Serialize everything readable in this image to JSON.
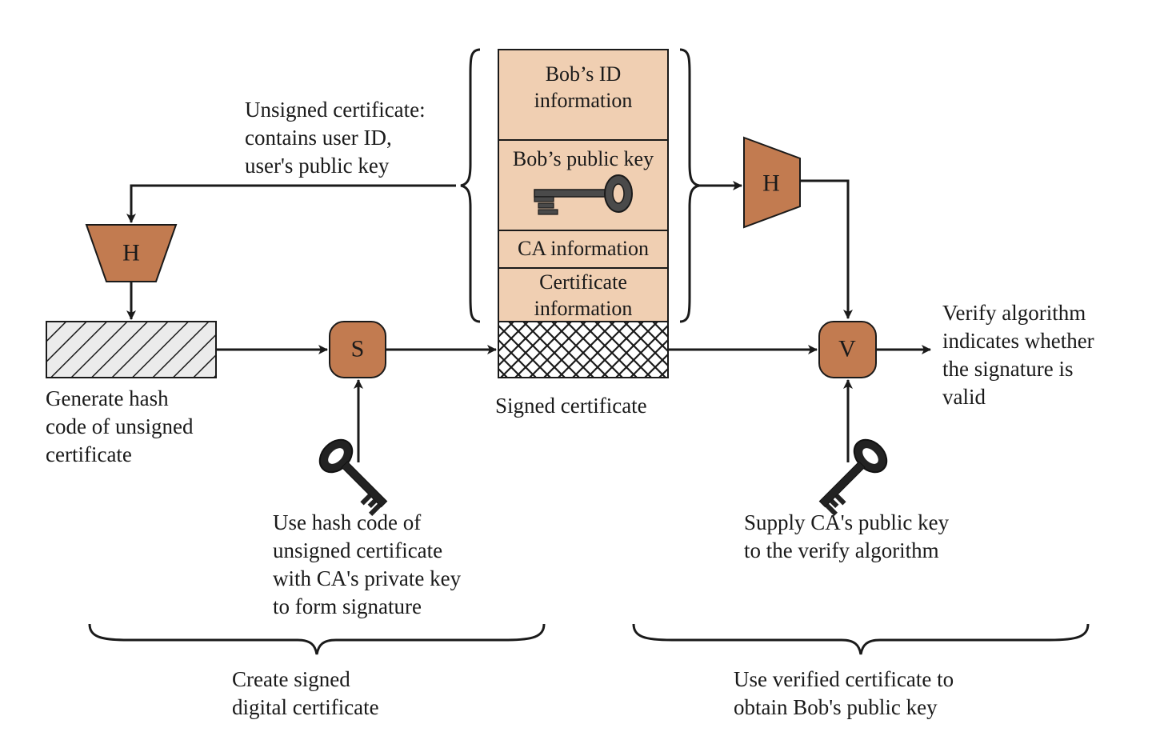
{
  "certificate": {
    "rows": [
      {
        "label": "Bob’s ID\ninformation"
      },
      {
        "label": "Bob’s public key"
      },
      {
        "label": "CA information"
      },
      {
        "label": "Certificate\ninformation"
      }
    ]
  },
  "labels": {
    "unsigned_certificate": "Unsigned certificate:\ncontains user ID,\nuser's public key",
    "generate_hash": "Generate hash\ncode of unsigned\ncertificate",
    "signed_certificate": "Signed certificate",
    "use_hash_code": "Use hash code of\nunsigned certificate\nwith CA's private key\nto form signature",
    "supply_key": "Supply CA's public key\nto the verify algorithm",
    "verify_result": "Verify algorithm\nindicates whether\nthe signature is\nvalid",
    "create_signed": "Create signed\ndigital certificate",
    "use_verified": "Use verified certificate to\nobtain Bob's public key"
  },
  "nodes": {
    "hash_left": "H",
    "hash_right": "H",
    "sign": "S",
    "verify": "V"
  },
  "colors": {
    "cert_fill": "#f0cfb2",
    "node_fill": "#c27b50",
    "hash_fill": "#ebebeb",
    "line": "#1a1a1a"
  },
  "icons": [
    "key-icon",
    "private-key-icon",
    "ca-public-key-icon"
  ]
}
